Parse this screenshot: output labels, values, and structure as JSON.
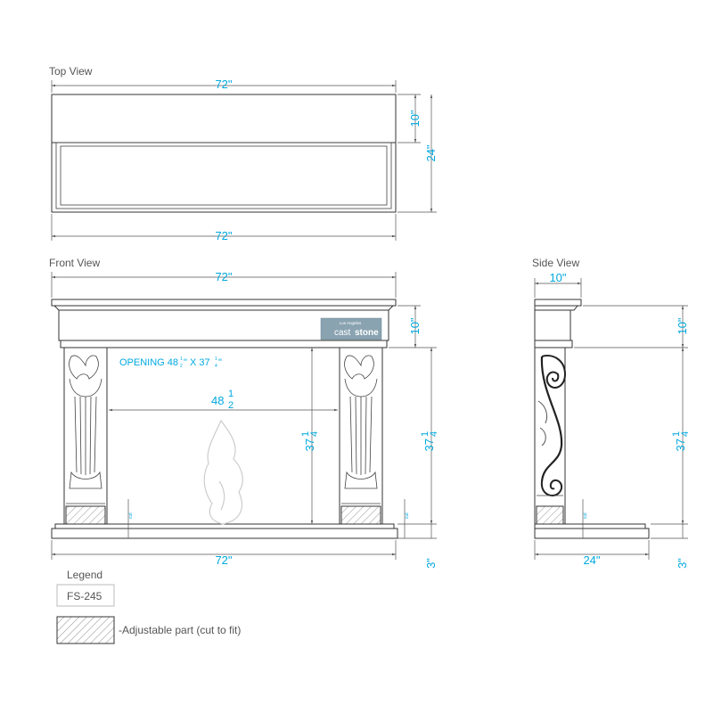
{
  "views": {
    "top": "Top View",
    "front": "Front  View",
    "side": "Side View"
  },
  "dims": {
    "top_width_top": "72\"",
    "top_width_bottom": "72\"",
    "top_depth_shelf": "10\"",
    "top_depth_total": "24\"",
    "front_width_top": "72\"",
    "front_width_bottom": "72\"",
    "front_frieze_height": "10\"",
    "front_opening_height": "37",
    "front_leg_height": "37",
    "front_base_height": "3\"",
    "side_top_depth": "10\"",
    "side_frieze_height": "10\"",
    "side_leg_height": "37",
    "side_base_depth": "24\"",
    "side_base_height": "3\"",
    "opening_width_whole": "48",
    "fraction_half_num": "1",
    "fraction_half_den": "2",
    "fraction_quarter_num": "1",
    "fraction_quarter_den": "4",
    "inch": "\"",
    "cut": "cut"
  },
  "opening": {
    "prefix": "OPENING 48",
    "mid": "\" X 37",
    "suffix": "\""
  },
  "logo": {
    "top_line": "Los Angeles",
    "part1": "cast",
    "part2": "stone"
  },
  "legend": {
    "title": "Legend",
    "model": "FS-245",
    "adjustable": "-Adjustable part (cut to fit)"
  },
  "colors": {
    "dimension": "#00a8e0",
    "outline": "#333333",
    "logo_bg": "#8aa3b1"
  }
}
